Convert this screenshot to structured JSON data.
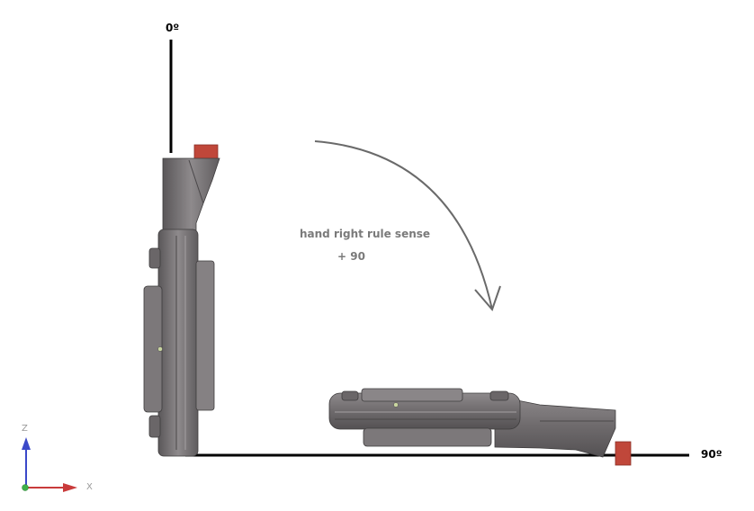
{
  "labels": {
    "start_angle": "0º",
    "end_angle": "90º",
    "rotation_rule": "hand right rule sense",
    "rotation_value": "+ 90"
  },
  "triad": {
    "z_label": "Z",
    "x_label": "X"
  },
  "colors": {
    "part_body": "#6e6a6c",
    "part_dark": "#4e4b4d",
    "part_light": "#9b9799",
    "marker": "#c0473a",
    "reference_line": "#000000",
    "arrow": "#6a6a6a",
    "axis_z": "#3b49c9",
    "axis_x": "#c93b3b",
    "axis_y": "#3fb04a"
  }
}
